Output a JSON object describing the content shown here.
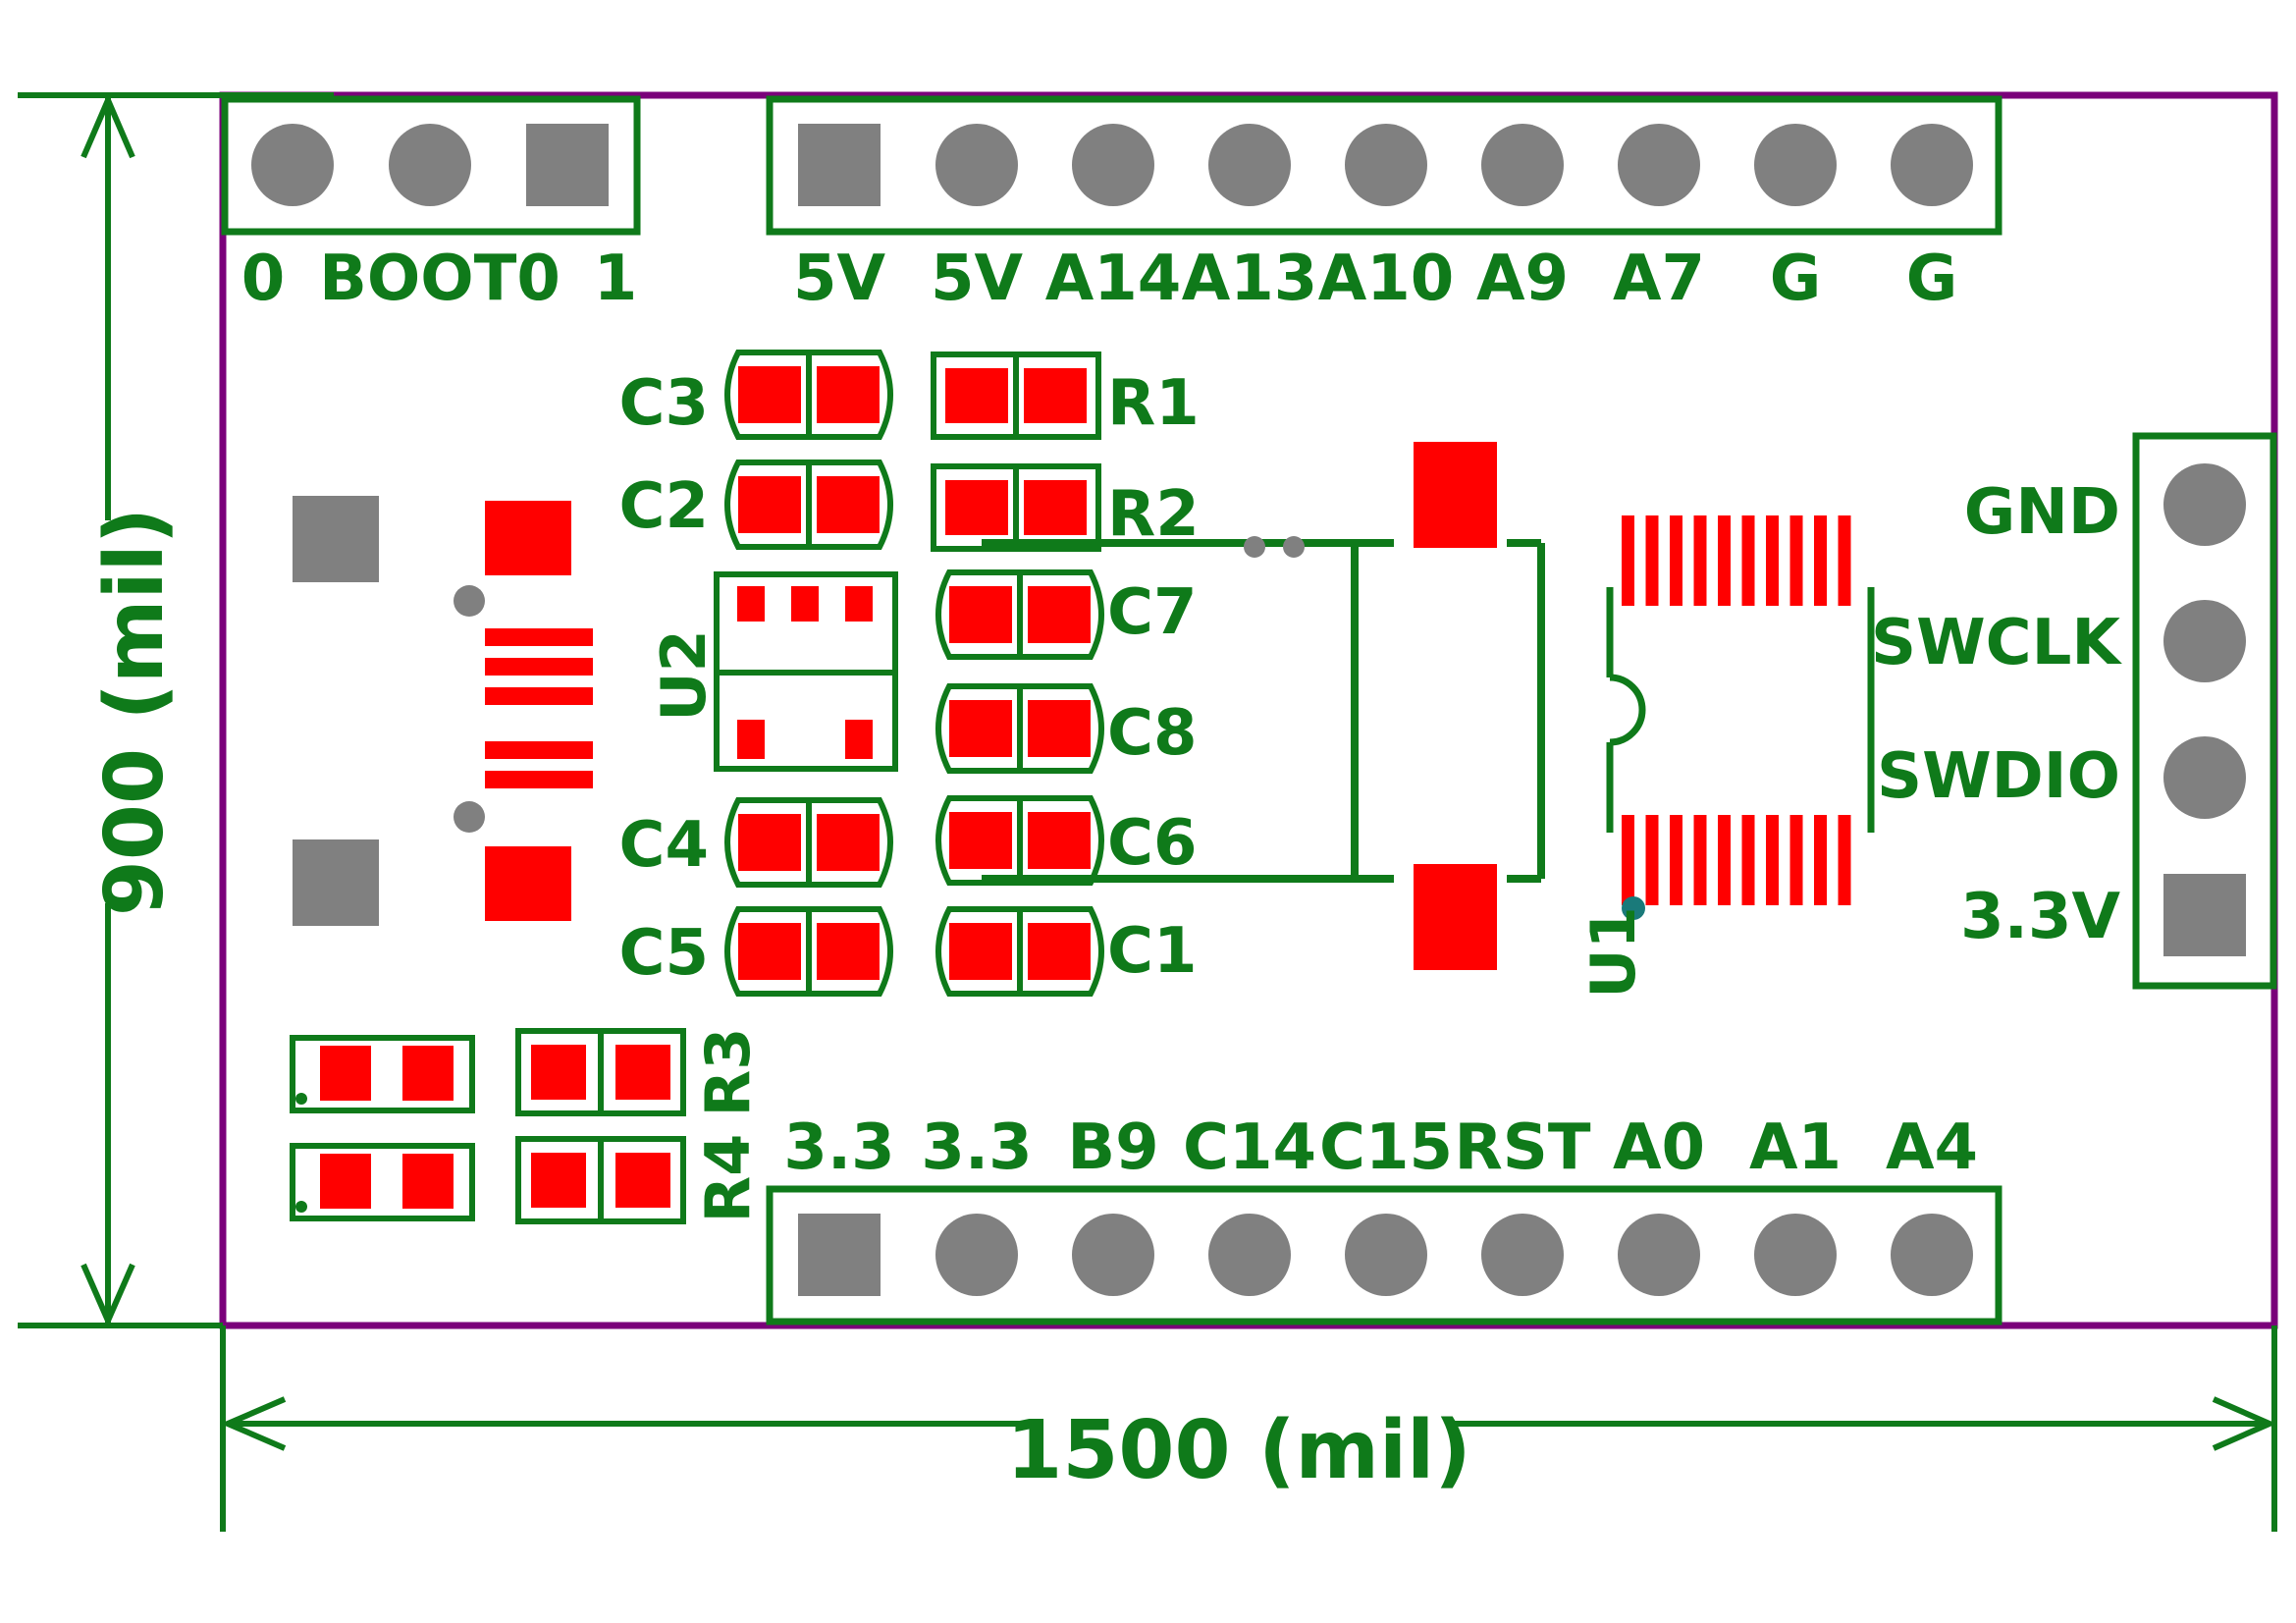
{
  "colors": {
    "silkscreen": "#0f7a1a",
    "board_outline": "#7a007a",
    "copper_pad": "#ff0000",
    "through_hole": "#808080",
    "pin1_dot": "#1a7a7a"
  },
  "dimensions": {
    "height_label": "900 (mil)",
    "width_label": "1500 (mil)"
  },
  "headers": {
    "boot": {
      "labels": [
        "0",
        "BOOT0",
        "1"
      ]
    },
    "top": {
      "labels": [
        "5V",
        "5V",
        "A14",
        "A13",
        "A10",
        "A9",
        "A7",
        "G",
        "G"
      ]
    },
    "bottom": {
      "labels": [
        "3.3",
        "3.3",
        "B9",
        "C14",
        "C15",
        "RST",
        "A0",
        "A1",
        "A4"
      ]
    },
    "swd": {
      "labels": [
        "GND",
        "SWCLK",
        "SWDIO",
        "3.3V"
      ]
    }
  },
  "components": {
    "C3": "C3",
    "C2": "C2",
    "C4": "C4",
    "C5": "C5",
    "R1": "R1",
    "R2": "R2",
    "R3": "R3",
    "R4": "R4",
    "C7": "C7",
    "C8": "C8",
    "C6": "C6",
    "C1": "C1",
    "U1": "U1",
    "U2": "U2"
  }
}
